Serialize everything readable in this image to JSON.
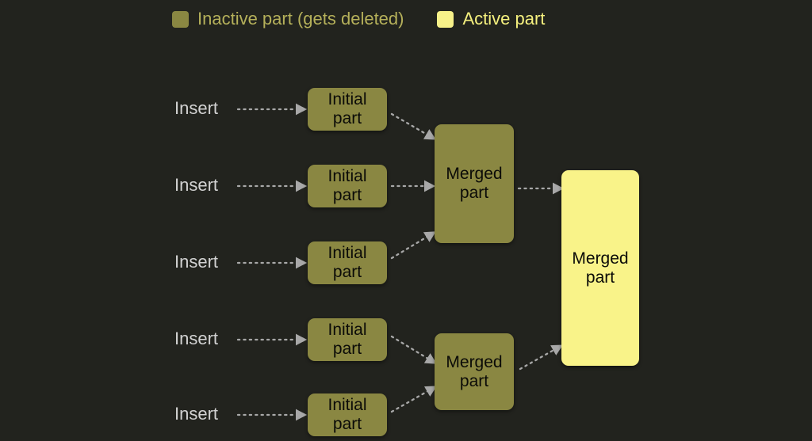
{
  "background_color": "#22231e",
  "colors": {
    "inactive": "#8a8742",
    "active": "#f9f389",
    "inactive_text": "#b5b05a",
    "active_text": "#f5f07e",
    "insert_text": "#d2d2d2",
    "arrow": "#a8a8a8",
    "node_text": "#0b0b08"
  },
  "legend": {
    "inactive": {
      "label": "Inactive part (gets deleted)",
      "swatch_color": "#8a8742"
    },
    "active": {
      "label": "Active part",
      "swatch_color": "#f9f389"
    }
  },
  "inserts": [
    {
      "label": "Insert"
    },
    {
      "label": "Insert"
    },
    {
      "label": "Insert"
    },
    {
      "label": "Insert"
    },
    {
      "label": "Insert"
    }
  ],
  "initial_parts": [
    {
      "label": "Initial part",
      "state": "inactive"
    },
    {
      "label": "Initial part",
      "state": "inactive"
    },
    {
      "label": "Initial part",
      "state": "inactive"
    },
    {
      "label": "Initial part",
      "state": "inactive"
    },
    {
      "label": "Initial part",
      "state": "inactive"
    }
  ],
  "merged_parts_level1": [
    {
      "label": "Merged part",
      "state": "inactive"
    },
    {
      "label": "Merged part",
      "state": "inactive"
    }
  ],
  "merged_part_final": {
    "label": "Merged part",
    "state": "active"
  }
}
